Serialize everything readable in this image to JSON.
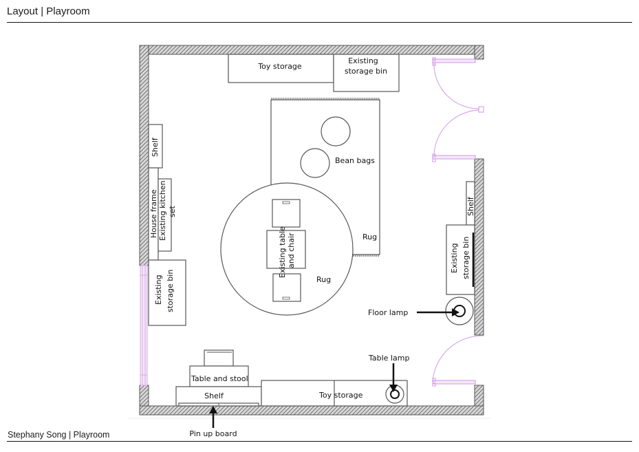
{
  "header": {
    "title": "Layout | Playroom"
  },
  "footer": {
    "text": "Stephany Song | Playroom"
  },
  "plan": {
    "labels": {
      "toy_storage_top": "Toy storage",
      "existing_bin_top_1": "Existing",
      "existing_bin_top_2": "storage bin",
      "bean_bags": "Bean bags",
      "rug_rect": "Rug",
      "rug_round": "Rug",
      "table_chair_1": "Existing table",
      "table_chair_2": "and chair",
      "shelf_left": "Shelf",
      "house_frame": "House frame",
      "kitchen_1": "Existing kitchen",
      "kitchen_2": "set",
      "bin_left_1": "Existing",
      "bin_left_2": "storage bin",
      "shelf_right": "Shelf",
      "bin_right_1": "Existing",
      "bin_right_2": "storage bin",
      "floor_lamp": "Floor lamp",
      "table_lamp": "Table lamp",
      "table_stool": "Table and stool",
      "shelf_bottom": "Shelf",
      "toy_storage_bottom": "Toy storage",
      "pin_board": "Pin up board"
    },
    "colors": {
      "wall": "#555555",
      "door": "#d8a8e8",
      "line": "#555555"
    }
  }
}
